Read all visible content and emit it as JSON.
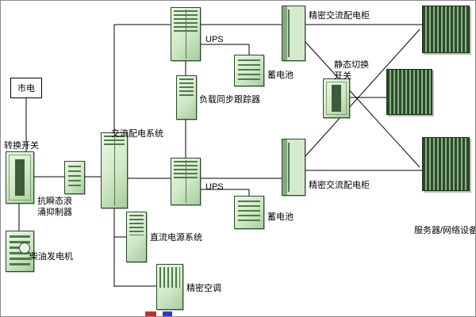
{
  "diagram": {
    "description": "UPS power distribution system diagram",
    "nodes": {
      "mains": {
        "label": "市电"
      },
      "transfer_switch": {
        "label": "转换开关"
      },
      "surge_suppressor": {
        "label": "抗瞬态浪涌抑制器"
      },
      "diesel_generator": {
        "label": "柴油发电机"
      },
      "ac_distribution": {
        "label": "交流配电系统"
      },
      "ups_top": {
        "label": "UPS"
      },
      "ups_bottom": {
        "label": "UPS"
      },
      "load_sync_tracker": {
        "label": "负载同步跟踪器"
      },
      "battery_top": {
        "label": "蓄电池"
      },
      "battery_bottom": {
        "label": "蓄电池"
      },
      "dc_power_system": {
        "label": "直流电源系统"
      },
      "precision_ac": {
        "label": "精密空调"
      },
      "precision_dist_top": {
        "label": "精密交流配电柜"
      },
      "precision_dist_bottom": {
        "label": "精密交流配电柜"
      },
      "static_switch": {
        "label": "静态切换开关"
      },
      "servers": {
        "label": "服务器/网络设备"
      }
    },
    "edges": [
      {
        "from": "mains",
        "to": "transfer_switch"
      },
      {
        "from": "diesel_generator",
        "to": "transfer_switch"
      },
      {
        "from": "transfer_switch",
        "to": "surge_suppressor"
      },
      {
        "from": "surge_suppressor",
        "to": "ac_distribution"
      },
      {
        "from": "ac_distribution",
        "to": "ups_top"
      },
      {
        "from": "ac_distribution",
        "to": "ups_bottom"
      },
      {
        "from": "ac_distribution",
        "to": "dc_power_system"
      },
      {
        "from": "ac_distribution",
        "to": "precision_ac"
      },
      {
        "from": "ups_top",
        "to": "load_sync_tracker"
      },
      {
        "from": "load_sync_tracker",
        "to": "ups_bottom"
      },
      {
        "from": "ups_top",
        "to": "battery_top"
      },
      {
        "from": "ups_bottom",
        "to": "battery_bottom"
      },
      {
        "from": "ups_top",
        "to": "precision_dist_top"
      },
      {
        "from": "ups_bottom",
        "to": "precision_dist_bottom"
      },
      {
        "from": "precision_dist_top",
        "to": "rack_top"
      },
      {
        "from": "precision_dist_bottom",
        "to": "rack_bottom"
      },
      {
        "from": "precision_dist_top",
        "to": "static_switch"
      },
      {
        "from": "precision_dist_bottom",
        "to": "static_switch"
      },
      {
        "from": "static_switch",
        "to": "rack_middle"
      }
    ],
    "colors": {
      "line": "#000000",
      "device_fill": "#cfe8c6",
      "device_stripe": "#4f7a4b",
      "device_border": "#2c4a2a",
      "rack_dark": "#2b4a2b",
      "rack_light": "#8cb287",
      "background": "#ffffff"
    }
  }
}
